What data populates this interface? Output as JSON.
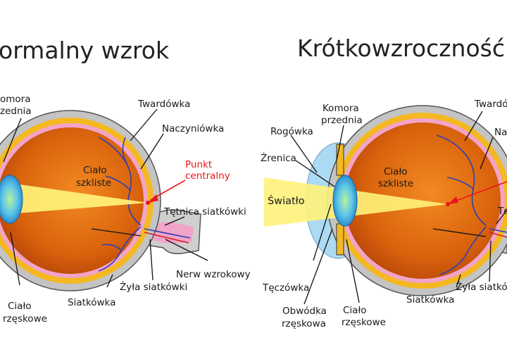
{
  "left_panel": {
    "title": "ormalny wzrok",
    "labels": {
      "komora": "omora",
      "przednia": "zednia",
      "twardowka": "Twardówka",
      "naczyniowka": "Naczyniówka",
      "cialo_szkliste_1": "Ciało",
      "cialo_szkliste_2": "szkliste",
      "punkt_1": "Punkt",
      "punkt_2": "centralny",
      "tetnica": "Tętnica siatkówki",
      "nerw": "Nerw wzrokowy",
      "zyla": "Żyła siatkówki",
      "siatkowka": "Siatkówka",
      "cialo_rzeskowe_1": "Ciało",
      "cialo_rzeskowe_2": "rzęskowe"
    }
  },
  "right_panel": {
    "title": "Krótkowzroczność",
    "labels": {
      "komora_1": "Komora",
      "komora_2": "przednia",
      "rogowka": "Rogówka",
      "zrenica": "Źrenica",
      "swiatlo": "Światło",
      "cialo_szkliste_1": "Ciało",
      "cialo_szkliste_2": "szkliste",
      "twardowka": "Twardówka",
      "naczyniowka": "Naczyniówka",
      "tetnica": "Tętnica siatkówki",
      "teczowka": "Tęczówka",
      "obwodka_1": "Obwódka",
      "obwodka_2": "rzęskowa",
      "cialo_rzeskowe_1": "Ciało",
      "cialo_rzeskowe_2": "rzęskowe",
      "siatkowka": "Siatkówka",
      "zyla": "Żyła siatkówki"
    }
  },
  "colors": {
    "sclera": "#bdbdbd",
    "choroid": "#f4b820",
    "retina": "#f2a4c8",
    "vitreous": "#d9620c",
    "lens": "#3aa6dd",
    "light_beam": "#fff27a",
    "vessel": "#2a3fb5",
    "focus_arrow": "#e8161c"
  }
}
